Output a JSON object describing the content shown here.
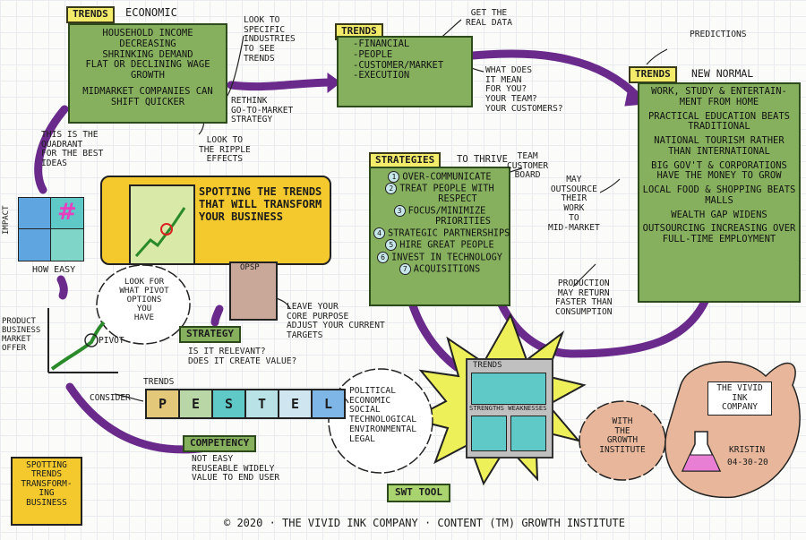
{
  "colors": {
    "green": "#86b05e",
    "yellow": "#f3c92e",
    "purple": "#6a2a8c",
    "teal": "#5fc9c8",
    "pink": "#e87fd5",
    "salmon": "#e8b79b"
  },
  "economic": {
    "label": "TRENDS",
    "title": "ECONOMIC",
    "items": [
      "HOUSEHOLD INCOME DECREASING",
      "SHRINKING DEMAND",
      "FLAT OR DECLINING WAGE GROWTH",
      "MIDMARKET COMPANIES CAN SHIFT QUICKER"
    ],
    "side_note": [
      "LOOK TO SPECIFIC",
      "INDUSTRIES",
      "TO SEE",
      "TRENDS"
    ],
    "rethink": [
      "RETHINK",
      "GO-TO-MARKET",
      "STRATEGY"
    ],
    "ripple": [
      "LOOK TO",
      "THE RIPPLE",
      "EFFECTS"
    ]
  },
  "trends_center": {
    "label": "TRENDS",
    "items": [
      "-FINANCIAL",
      "-PEOPLE",
      "-CUSTOMER/MARKET",
      "-EXECUTION"
    ],
    "real_data": [
      "GET THE",
      "REAL DATA"
    ],
    "what_mean": [
      "WHAT DOES",
      "IT MEAN",
      "FOR YOU?",
      "YOUR TEAM?",
      "YOUR CUSTOMERS?"
    ]
  },
  "new_normal": {
    "label": "TRENDS",
    "title": "NEW NORMAL",
    "predictions": "PREDICTIONS",
    "items": [
      "WORK, STUDY & ENTERTAIN-MENT FROM HOME",
      "PRACTICAL EDUCATION BEATS TRADITIONAL",
      "NATIONAL TOURISM RATHER THAN INTERNATIONAL",
      "BIG GOV'T & CORPORATIONS HAVE THE MONEY TO GROW",
      "LOCAL FOOD & SHOPPING BEATS MALLS",
      "WEALTH GAP WIDENS",
      "OUTSOURCING INCREASING OVER FULL-TIME EMPLOYMENT"
    ],
    "production": [
      "PRODUCTION",
      "MAY RETURN",
      "FASTER THAN",
      "CONSUMPTION"
    ]
  },
  "quadrant": {
    "note": [
      "THIS IS THE",
      "QUADRANT",
      "FOR THE BEST",
      "IDEAS"
    ],
    "impact": "IMPACT",
    "how_easy": "HOW EASY",
    "mark": "#"
  },
  "banner": {
    "title": "SPOTTING THE TRENDS THAT WILL TRANSFORM YOUR BUSINESS"
  },
  "strategies": {
    "label": "STRATEGIES",
    "title": "TO THRIVE",
    "items": [
      {
        "n": "1",
        "t": "OVER-COMMUNICATE"
      },
      {
        "n": "2",
        "t": "TREAT PEOPLE WITH"
      },
      {
        "n": "",
        "t": "RESPECT"
      },
      {
        "n": "3",
        "t": "FOCUS/MINIMIZE"
      },
      {
        "n": "",
        "t": "PRIORITIES"
      },
      {
        "n": "4",
        "t": "STRATEGIC PARTNERSHIPS"
      },
      {
        "n": "5",
        "t": "HIRE GREAT PEOPLE"
      },
      {
        "n": "6",
        "t": "INVEST IN TECHNOLOGY"
      },
      {
        "n": "7",
        "t": "ACQUISITIONS"
      }
    ],
    "team": [
      "TEAM",
      "CUSTOMER",
      "BOARD"
    ],
    "outsource": [
      "MAY",
      "OUTSOURCE",
      "THEIR",
      "WORK",
      "TO",
      "MID-MARKET"
    ]
  },
  "pivot": {
    "cloud": [
      "LOOK FOR",
      "WHAT PIVOT",
      "OPTIONS",
      "YOU",
      "HAVE"
    ],
    "ylabel": [
      "PRODUCT",
      "BUSINESS",
      "MARKET",
      "OFFER"
    ],
    "pivot": "PIVOT"
  },
  "opsp": {
    "label": "OPSP",
    "note": [
      "LEAVE YOUR",
      "CORE PURPOSE",
      "ADJUST YOUR CURRENT",
      "TARGETS"
    ]
  },
  "strategy": {
    "label": "STRATEGY",
    "q": [
      "IS IT RELEVANT?",
      "DOES IT CREATE VALUE?"
    ]
  },
  "pestel": {
    "trends": "TRENDS",
    "consider": "CONSIDER",
    "letters": [
      "P",
      "E",
      "S",
      "T",
      "E",
      "L"
    ],
    "cloud": [
      "POLITICAL",
      "ECONOMIC",
      "SOCIAL",
      "TECHNOLOGICAL",
      "ENVIRONMENTAL",
      "LEGAL"
    ]
  },
  "competency": {
    "label": "COMPETENCY",
    "lines": [
      "NOT EASY",
      "REUSEABLE WIDELY",
      "VALUE TO END USER"
    ]
  },
  "swt": {
    "label": "SWT TOOL",
    "trends": "TRENDS",
    "sw": "STRENGTHS WEAKNESSES"
  },
  "growth": [
    "WITH",
    "THE",
    "GROWTH",
    "INSTITUTE"
  ],
  "vivid": {
    "name": [
      "THE VIVID",
      "INK",
      "COMPANY"
    ],
    "sig": "KRISTIN",
    "date": "04-30-20"
  },
  "legend_box": [
    "SPOTTING",
    "TRENDS",
    "TRANSFORM-",
    "ING",
    "BUSINESS"
  ],
  "footer": "© 2020 · THE VIVID INK COMPANY · CONTENT (TM) GROWTH INSTITUTE"
}
